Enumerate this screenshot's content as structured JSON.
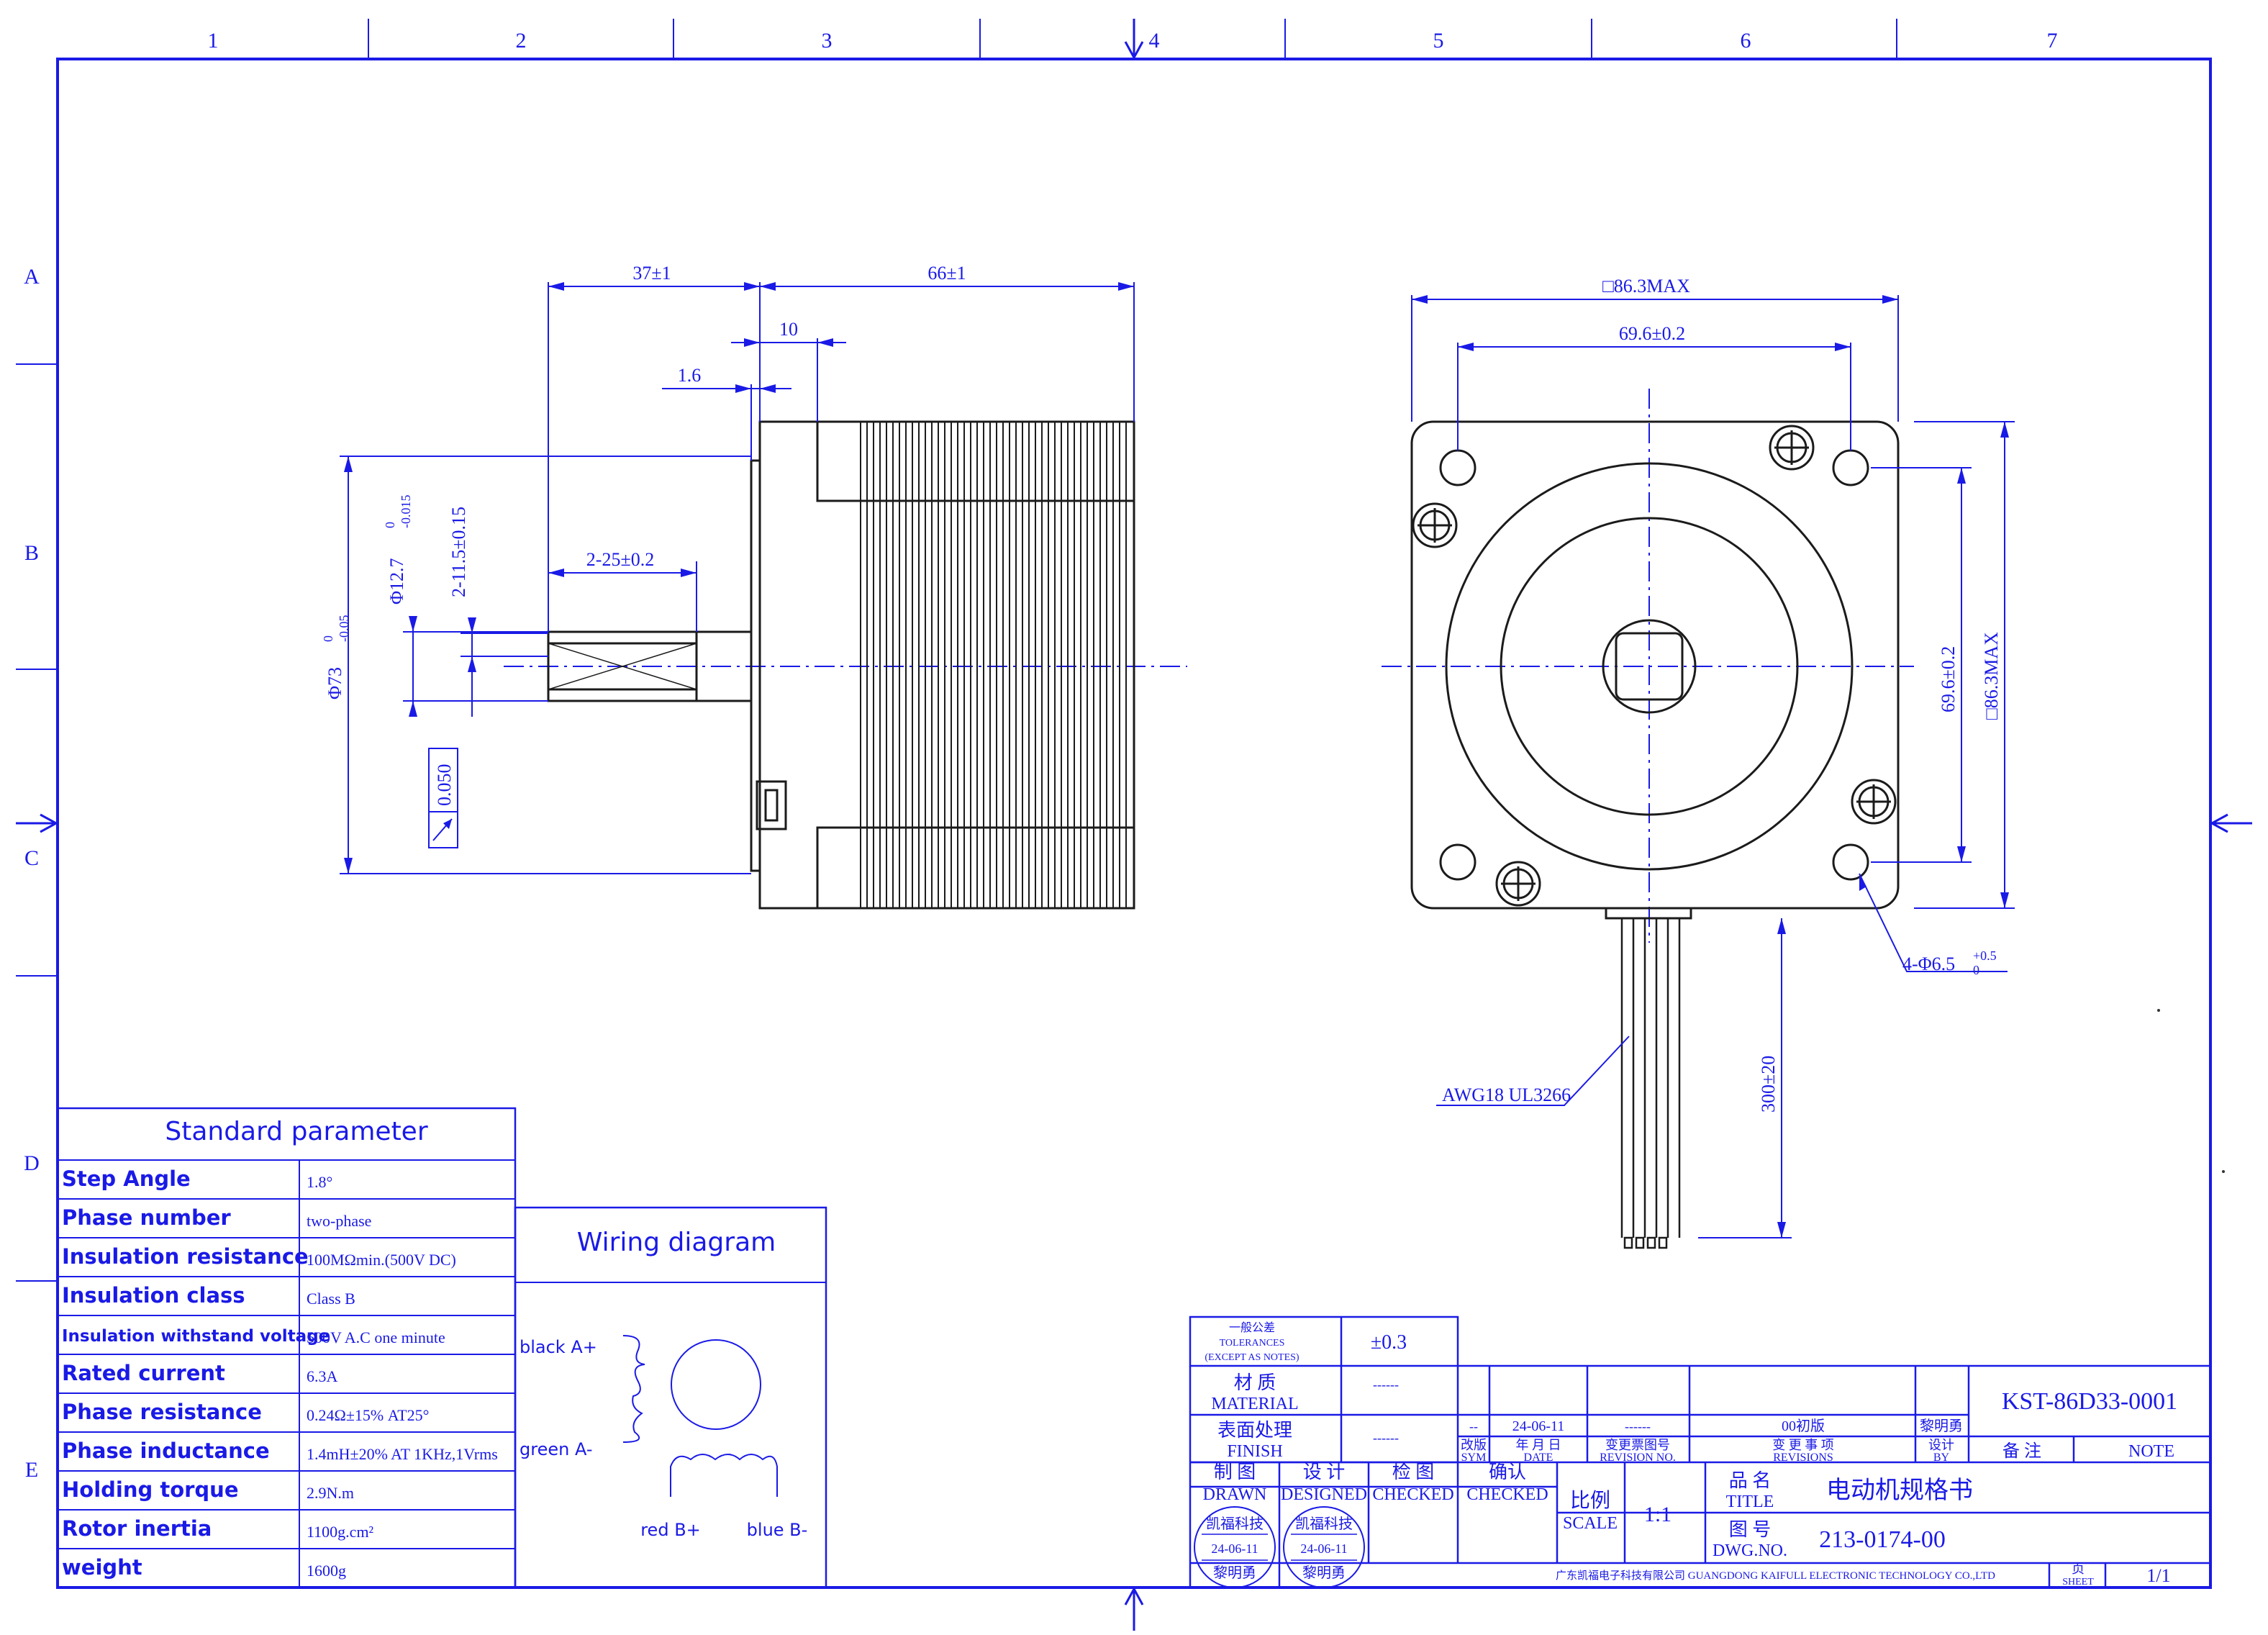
{
  "frame": {
    "columns": [
      "1",
      "2",
      "3",
      "4",
      "5",
      "6",
      "7"
    ],
    "rows": [
      "A",
      "B",
      "C",
      "D",
      "E"
    ]
  },
  "side_view": {
    "dim_37": "37±1",
    "dim_66": "66±1",
    "dim_10": "10",
    "dim_1_6": "1.6",
    "dim_flat": "2-25±0.2",
    "dim_flat_width": "2-11.5±0.15",
    "dim_shaft": "Φ12.7",
    "dim_shaft_tol_upper": "0",
    "dim_shaft_tol_lower": "-0.015",
    "dim_pilot": "Φ73",
    "dim_pilot_tol_upper": "0",
    "dim_pilot_tol_lower": "-0.05",
    "runout": "0.050"
  },
  "front_view": {
    "dim_square_top": "□86.3MAX",
    "dim_hole_spacing_top": "69.6±0.2",
    "dim_hole_spacing_side": "69.6±0.2",
    "dim_square_side": "□86.3MAX",
    "holes": "4-Φ6.5",
    "holes_tol_upper": "+0.5",
    "holes_tol_lower": "0",
    "wire": "AWG18 UL3266",
    "lead_length": "300±20"
  },
  "parameters": {
    "title": "Standard parameter",
    "rows": [
      {
        "label": "Step Angle",
        "value": "1.8°"
      },
      {
        "label": "Phase number",
        "value": "two-phase"
      },
      {
        "label": "Insulation resistance",
        "value": "100MΩmin.(500V DC)"
      },
      {
        "label": "Insulation class",
        "value": "Class B"
      },
      {
        "label": "Insulation withstand voltage",
        "value": "500V A.C one minute"
      },
      {
        "label": "Rated current",
        "value": "6.3A"
      },
      {
        "label": "Phase resistance",
        "value": "0.24Ω±15%  AT25°"
      },
      {
        "label": "Phase inductance",
        "value": "1.4mH±20%  AT 1KHz,1Vrms"
      },
      {
        "label": "Holding torque",
        "value": "2.9N.m"
      },
      {
        "label": "Rotor inertia",
        "value": "1100g.cm²"
      },
      {
        "label": "weight",
        "value": "1600g"
      }
    ]
  },
  "wiring": {
    "title": "Wiring diagram",
    "a_plus": "black A+",
    "a_minus": "green A-",
    "b_plus": "red B+",
    "b_minus": "blue B-"
  },
  "title_block": {
    "tol_label_cn": "一般公差",
    "tol_label_en": "TOLERANCES",
    "tol_label_note": "(EXCEPT AS NOTES)",
    "tol_value": "±0.3",
    "material_cn": "材  质",
    "material_en": "MATERIAL",
    "material_value": "------",
    "finish_cn": "表面处理",
    "finish_en": "FINISH",
    "finish_value": "------",
    "drawing_number": "KST-86D33-0001",
    "rev_sym": "--",
    "rev_date": "24-06-11",
    "rev_no": "------",
    "rev_desc": "00初版",
    "rev_by": "黎明勇",
    "sym_cn": "改版",
    "sym_en": "SYM",
    "date_cn": "年 月 日",
    "date_en": "DATE",
    "revno_cn": "变更票图号",
    "revno_en": "REVISION NO.",
    "revs_cn": "变 更 事 项",
    "revs_en": "REVISIONS",
    "by_cn": "设计",
    "by_en": "BY",
    "note_cn": "备  注",
    "note_en": "NOTE",
    "drawn_cn": "制  图",
    "drawn_en": "DRAWN",
    "designed_cn": "设  计",
    "designed_en": "DESIGNED",
    "checked_cn": "检  图",
    "checked_en": "CHECKED",
    "confirm_cn": "确认",
    "confirm_en": "CHECKED",
    "stamp_company": "凯福科技",
    "stamp_date": "24-06-11",
    "stamp_name": "黎明勇",
    "scale_cn": "比例",
    "scale_en": "SCALE",
    "scale_value": "1:1",
    "title_cn": "品  名",
    "title_en": "TITLE",
    "title_value": "电动机规格书",
    "dwg_cn": "图  号",
    "dwg_en": "DWG.NO.",
    "dwg_value": "213-0174-00",
    "company": "广东凯福电子科技有限公司 GUANGDONG KAIFULL ELECTRONIC TECHNOLOGY CO.,LTD",
    "sheet_cn": "页",
    "sheet_en": "SHEET",
    "sheet_value": "1/1"
  }
}
